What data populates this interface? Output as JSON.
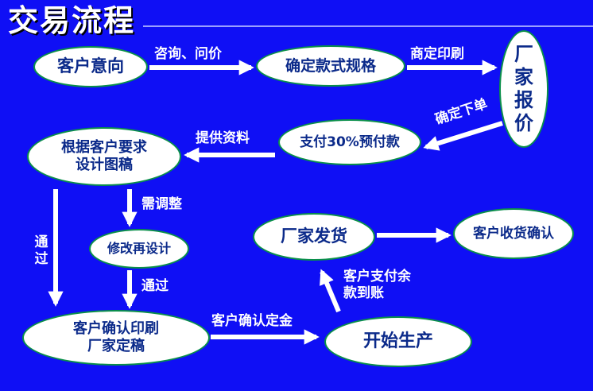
{
  "title": "交易流程",
  "nodes": {
    "customer_intent": "客户意向",
    "confirm_style": "确定款式规格",
    "factory_quote": "厂家报价",
    "prepay": "支付30%预付款",
    "design": "根据客户要求\n设计图稿",
    "redesign": "修改再设计",
    "confirm_print": "客户确认印刷\n厂家定稿",
    "start_production": "开始生产",
    "factory_ship": "厂家发货",
    "customer_confirm": "客户收货确认"
  },
  "labels": {
    "consult": "咨询、问价",
    "negotiate_print": "商定印刷",
    "confirm_order": "确定下单",
    "provide_info": "提供资料",
    "need_adjust": "需调整",
    "pass_vertical": "通过",
    "pass": "通过",
    "confirm_deposit": "客户确认定金",
    "pay_balance": "客户支付余\n款到账"
  }
}
